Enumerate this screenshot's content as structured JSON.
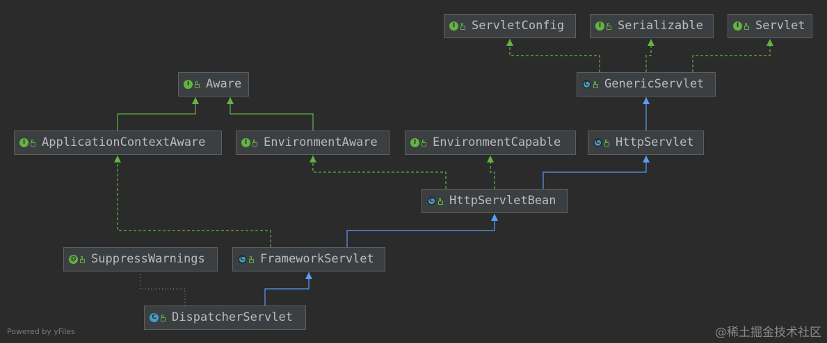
{
  "nodes": [
    {
      "id": "servlet_config",
      "label": "ServletConfig",
      "kind": "interface",
      "icon": "interface-icon"
    },
    {
      "id": "serializable",
      "label": "Serializable",
      "kind": "interface",
      "icon": "interface-icon"
    },
    {
      "id": "servlet",
      "label": "Servlet",
      "kind": "interface",
      "icon": "interface-icon"
    },
    {
      "id": "aware",
      "label": "Aware",
      "kind": "interface",
      "icon": "interface-icon"
    },
    {
      "id": "generic_servlet",
      "label": "GenericServlet",
      "kind": "abstract-class",
      "icon": "abstract-class-icon"
    },
    {
      "id": "application_context_aware",
      "label": "ApplicationContextAware",
      "kind": "interface",
      "icon": "interface-icon"
    },
    {
      "id": "environment_aware",
      "label": "EnvironmentAware",
      "kind": "interface",
      "icon": "interface-icon"
    },
    {
      "id": "environment_capable",
      "label": "EnvironmentCapable",
      "kind": "interface",
      "icon": "interface-icon"
    },
    {
      "id": "http_servlet",
      "label": "HttpServlet",
      "kind": "abstract-class",
      "icon": "abstract-class-icon"
    },
    {
      "id": "http_servlet_bean",
      "label": "HttpServletBean",
      "kind": "abstract-class",
      "icon": "abstract-class-icon"
    },
    {
      "id": "suppress_warnings",
      "label": "SuppressWarnings",
      "kind": "annotation",
      "icon": "annotation-icon"
    },
    {
      "id": "framework_servlet",
      "label": "FrameworkServlet",
      "kind": "abstract-class",
      "icon": "abstract-class-icon"
    },
    {
      "id": "dispatcher_servlet",
      "label": "DispatcherServlet",
      "kind": "class",
      "icon": "class-icon"
    }
  ],
  "edges": [
    {
      "from": "generic_servlet",
      "to": "servlet_config",
      "type": "implements"
    },
    {
      "from": "generic_servlet",
      "to": "serializable",
      "type": "implements"
    },
    {
      "from": "generic_servlet",
      "to": "servlet",
      "type": "implements"
    },
    {
      "from": "application_context_aware",
      "to": "aware",
      "type": "extends-interface"
    },
    {
      "from": "environment_aware",
      "to": "aware",
      "type": "extends-interface"
    },
    {
      "from": "http_servlet",
      "to": "generic_servlet",
      "type": "extends"
    },
    {
      "from": "http_servlet_bean",
      "to": "environment_aware",
      "type": "implements"
    },
    {
      "from": "http_servlet_bean",
      "to": "environment_capable",
      "type": "implements"
    },
    {
      "from": "http_servlet_bean",
      "to": "http_servlet",
      "type": "extends"
    },
    {
      "from": "framework_servlet",
      "to": "application_context_aware",
      "type": "implements"
    },
    {
      "from": "framework_servlet",
      "to": "http_servlet_bean",
      "type": "extends"
    },
    {
      "from": "dispatcher_servlet",
      "to": "framework_servlet",
      "type": "extends"
    },
    {
      "from": "dispatcher_servlet",
      "to": "suppress_warnings",
      "type": "annotated-by"
    }
  ],
  "colors": {
    "background": "#2b2b2b",
    "node_fill": "#3c3f41",
    "node_border": "#5e6060",
    "node_text": "#bbbbbb",
    "implements_edge": "#62b543",
    "extends_edge": "#589df6",
    "annotation_edge": "#808080"
  },
  "footer": "Powered by yFiles",
  "watermark": "@稀土掘金技术社区"
}
